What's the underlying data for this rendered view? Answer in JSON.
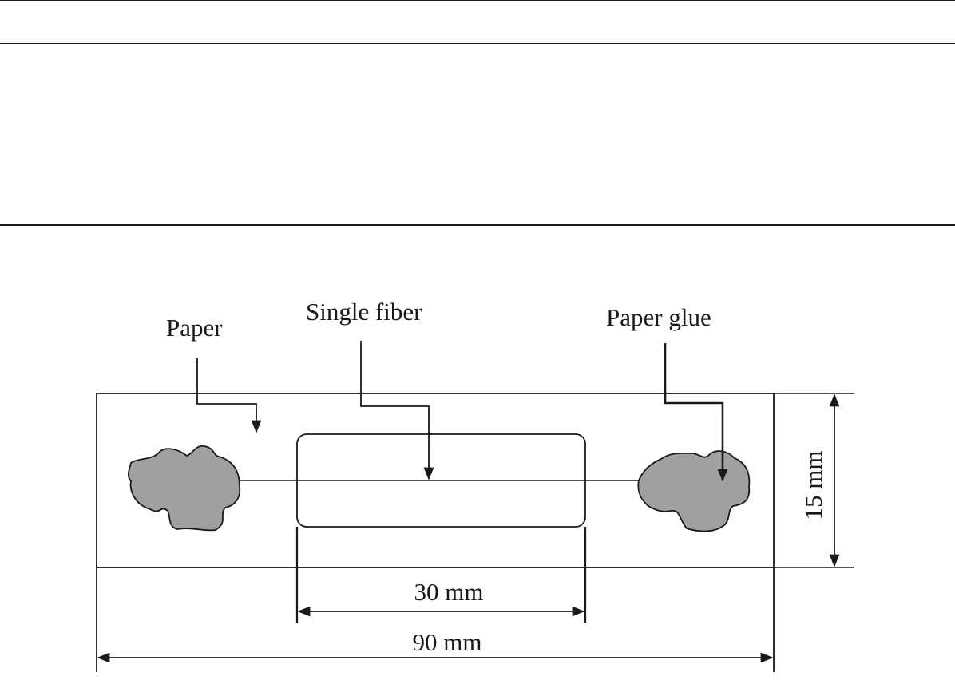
{
  "labels": {
    "paper": "Paper",
    "single_fiber": "Single fiber",
    "paper_glue": "Paper glue"
  },
  "dimensions": {
    "window_length": "30 mm",
    "total_length": "90 mm",
    "height": "15 mm"
  },
  "colors": {
    "stroke": "#1a1a1a",
    "glue_fill": "#a0a0a0",
    "background": "#ffffff"
  }
}
